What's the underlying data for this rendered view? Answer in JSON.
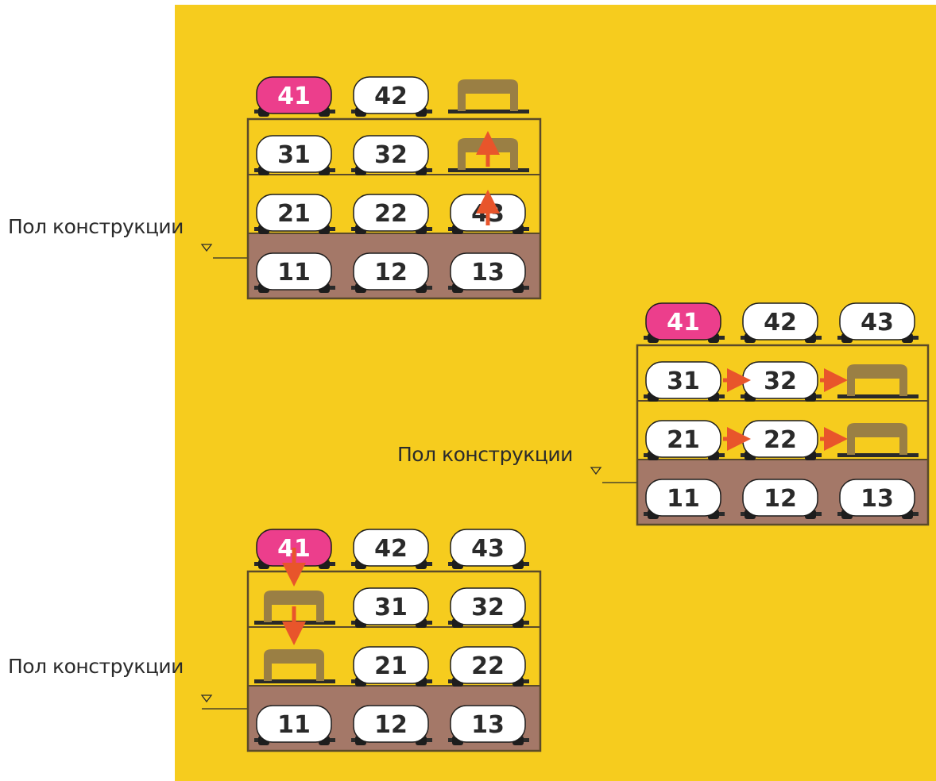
{
  "floor_label": "Пол конструкции",
  "colors": {
    "background": "#f6cc1e",
    "car": "#ffffff",
    "highlight_car": "#ec3e8c",
    "empty_pallet": "#9a7f44",
    "pit": "#a47868",
    "arrow": "#e8552b",
    "number": "#2a2a2a"
  },
  "diagrams": [
    {
      "name": "diagram-1",
      "label": "Пол конструкции",
      "cells": [
        {
          "n": "41",
          "kind": "highlight"
        },
        {
          "n": "42",
          "kind": "car"
        },
        {
          "n": "",
          "kind": "empty"
        },
        {
          "n": "31",
          "kind": "car"
        },
        {
          "n": "32",
          "kind": "car"
        },
        {
          "n": "",
          "kind": "empty"
        },
        {
          "n": "21",
          "kind": "car"
        },
        {
          "n": "22",
          "kind": "car"
        },
        {
          "n": "43",
          "kind": "car"
        },
        {
          "n": "11",
          "kind": "car"
        },
        {
          "n": "12",
          "kind": "car"
        },
        {
          "n": "13",
          "kind": "car"
        }
      ],
      "arrows": [
        "up",
        "up"
      ]
    },
    {
      "name": "diagram-2",
      "label": "Пол конструкции",
      "cells": [
        {
          "n": "41",
          "kind": "highlight"
        },
        {
          "n": "42",
          "kind": "car"
        },
        {
          "n": "43",
          "kind": "car"
        },
        {
          "n": "31",
          "kind": "car"
        },
        {
          "n": "32",
          "kind": "car"
        },
        {
          "n": "",
          "kind": "empty"
        },
        {
          "n": "21",
          "kind": "car"
        },
        {
          "n": "22",
          "kind": "car"
        },
        {
          "n": "",
          "kind": "empty"
        },
        {
          "n": "11",
          "kind": "car"
        },
        {
          "n": "12",
          "kind": "car"
        },
        {
          "n": "13",
          "kind": "car"
        }
      ],
      "arrows": [
        "right",
        "right"
      ]
    },
    {
      "name": "diagram-3",
      "label": "Пол конструкции",
      "cells": [
        {
          "n": "41",
          "kind": "highlight"
        },
        {
          "n": "42",
          "kind": "car"
        },
        {
          "n": "43",
          "kind": "car"
        },
        {
          "n": "",
          "kind": "empty"
        },
        {
          "n": "31",
          "kind": "car"
        },
        {
          "n": "32",
          "kind": "car"
        },
        {
          "n": "",
          "kind": "empty"
        },
        {
          "n": "21",
          "kind": "car"
        },
        {
          "n": "22",
          "kind": "car"
        },
        {
          "n": "11",
          "kind": "car"
        },
        {
          "n": "12",
          "kind": "car"
        },
        {
          "n": "13",
          "kind": "car"
        }
      ],
      "arrows": [
        "down",
        "down"
      ]
    }
  ]
}
